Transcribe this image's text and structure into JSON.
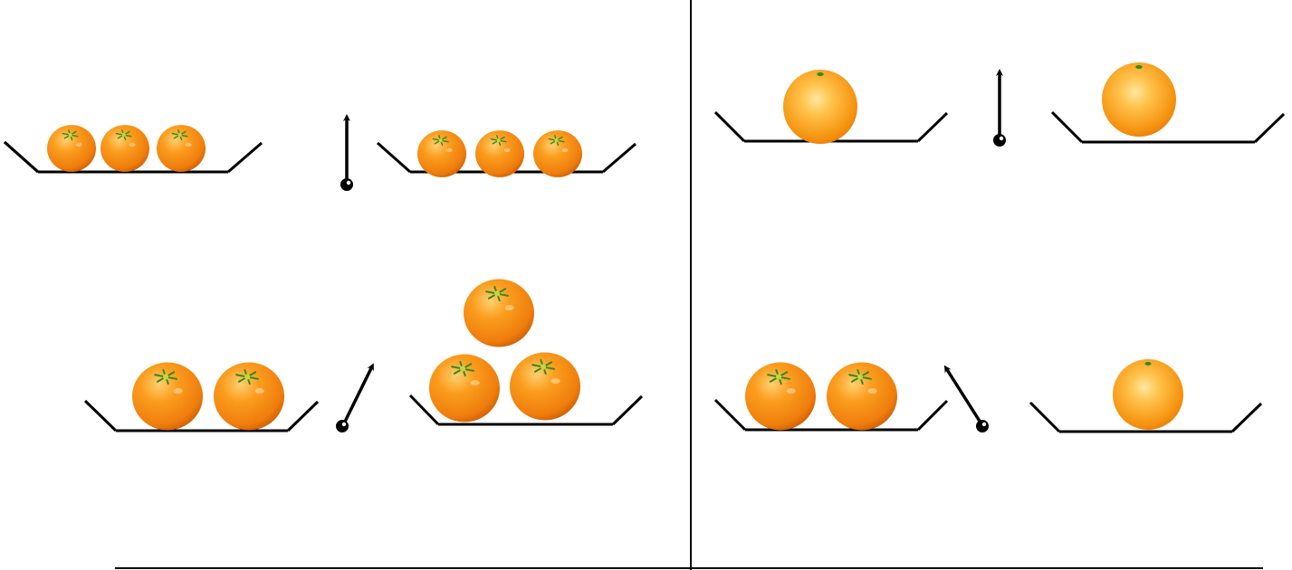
{
  "colors": {
    "line": "#000000",
    "orange": "#f28a0f",
    "orange_light": "#ffc04a",
    "orange_dark": "#d4600a",
    "leaf": "#2f8a1e",
    "background": "#ffffff"
  },
  "panels": [
    {
      "id": "left",
      "orange_style": "tangerine",
      "comparisons": [
        {
          "id": "top",
          "left_tray_count": 3,
          "right_tray_count": 3,
          "arrow": "vertical-up"
        },
        {
          "id": "bottom",
          "left_tray_count": 2,
          "right_tray_count": 3,
          "arrow": "diagonal-up-right"
        }
      ]
    },
    {
      "id": "right",
      "orange_style": "navel",
      "comparisons": [
        {
          "id": "top",
          "left_tray_count": 1,
          "right_tray_count": 1,
          "arrow": "vertical-up"
        },
        {
          "id": "bottom",
          "left_tray_count": 2,
          "right_tray_count": 1,
          "arrow": "diagonal-up-left"
        }
      ]
    }
  ]
}
